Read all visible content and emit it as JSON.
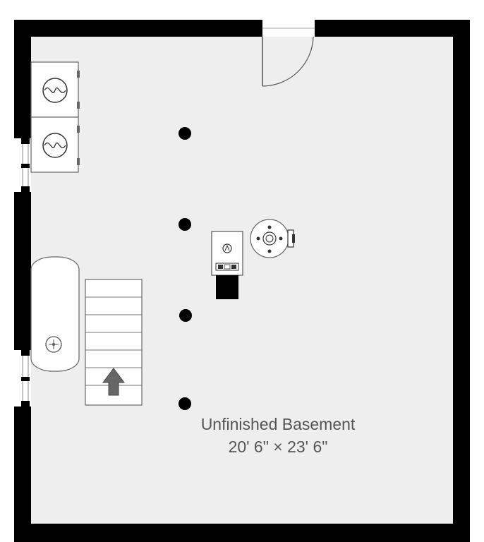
{
  "room": {
    "name": "Unfinished Basement",
    "dimensions": "20' 6\" × 23' 6\""
  },
  "colors": {
    "wall": "#000000",
    "floor": "#eeeeee",
    "fixture_fill": "#ffffff",
    "fixture_stroke": "#666666",
    "arrow": "#666666",
    "label": "#555555"
  },
  "fixtures": {
    "door_icon": "door-swing",
    "washer_icon": "washer",
    "dryer_icon": "dryer",
    "water_heater_icon": "water-heater",
    "furnace_icon": "furnace",
    "stairs_icon": "stairs-up",
    "oil_tank_icon": "oil-tank",
    "support_post_count": 4
  }
}
